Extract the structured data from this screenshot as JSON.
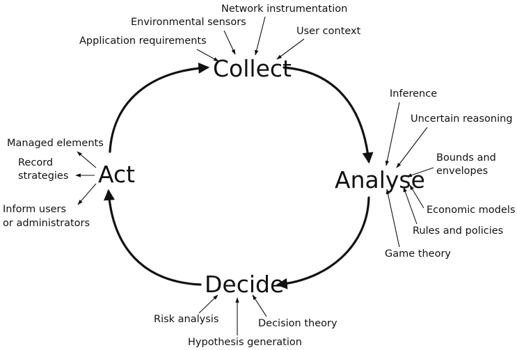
{
  "stages": {
    "collect": "Collect",
    "analyse": "Analyse",
    "decide": "Decide",
    "act": "Act"
  },
  "collect_inputs": {
    "network_instrumentation": "Network instrumentation",
    "environmental_sensors": "Environmental sensors",
    "application_requirements": "Application requirements",
    "user_context": "User context"
  },
  "analyse_methods": {
    "inference": "Inference",
    "uncertain_reasoning": "Uncertain reasoning",
    "bounds_and_envelopes": [
      "Bounds and",
      "envelopes"
    ],
    "economic_models": "Economic models",
    "rules_and_policies": "Rules and policies",
    "game_theory": "Game theory"
  },
  "decide_methods": {
    "risk_analysis": "Risk analysis",
    "decision_theory": "Decision theory",
    "hypothesis_generation": "Hypothesis generation"
  },
  "act_outputs": {
    "managed_elements": "Managed elements",
    "record_strategies": [
      "Record",
      "strategies"
    ],
    "inform_users": [
      "Inform users",
      "or administrators"
    ]
  }
}
